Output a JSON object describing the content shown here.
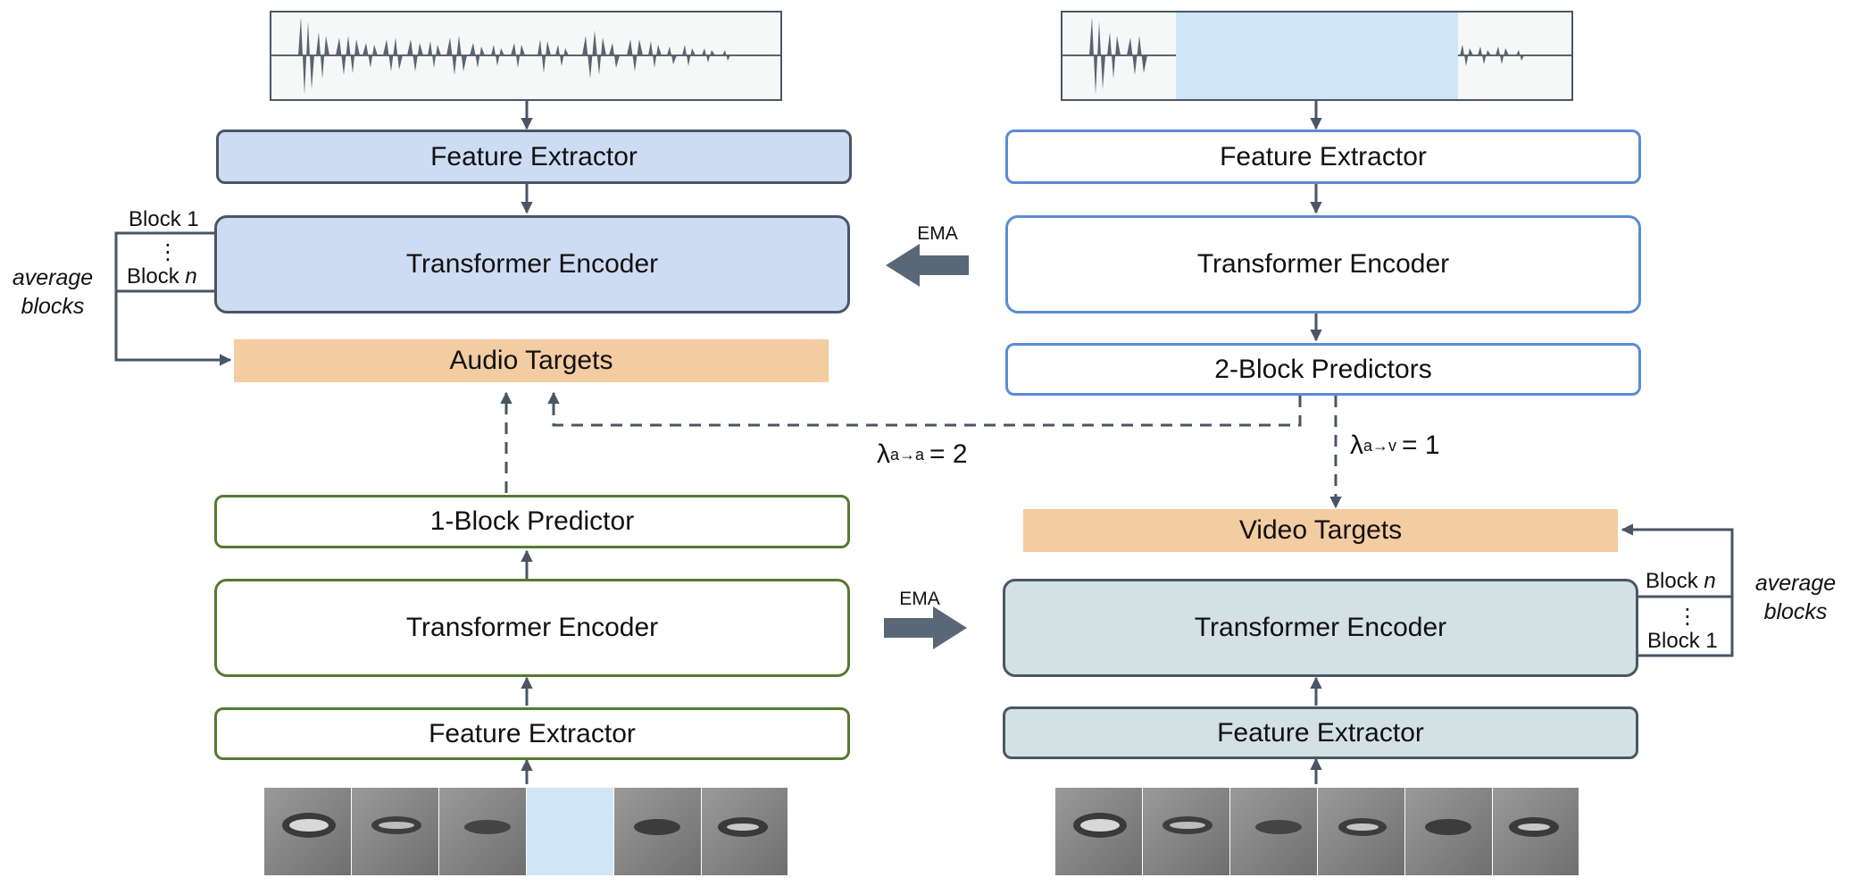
{
  "left": {
    "top_feature_extractor": "Feature Extractor",
    "top_transformer": "Transformer Encoder",
    "audio_targets": "Audio Targets",
    "predictor": "1-Block Predictor",
    "bottom_transformer": "Transformer Encoder",
    "bottom_feature_extractor": "Feature Extractor",
    "block_first": "Block 1",
    "block_ellipsis": "⋮",
    "block_last_prefix": "Block ",
    "block_last_n": "n",
    "average_blocks_line1": "average",
    "average_blocks_line2": "blocks"
  },
  "right": {
    "top_feature_extractor": "Feature Extractor",
    "top_transformer": "Transformer Encoder",
    "predictors": "2-Block Predictors",
    "video_targets": "Video Targets",
    "bottom_transformer": "Transformer Encoder",
    "bottom_feature_extractor": "Feature Extractor",
    "block_first": "Block 1",
    "block_ellipsis": "⋮",
    "block_last_prefix": "Block ",
    "block_last_n": "n",
    "average_blocks_line1": "average",
    "average_blocks_line2": "blocks"
  },
  "ema_top": "EMA",
  "ema_bottom": "EMA",
  "lambda_aa": {
    "symbol": "λ",
    "sub": "a→a",
    "eq": "= 2"
  },
  "lambda_av": {
    "symbol": "λ",
    "sub": "a→v",
    "eq": "= 1"
  },
  "colors": {
    "audio_box": "#cddcf3",
    "video_box": "#d3e0e4",
    "target": "#f3cca2",
    "mask": "#cfe5f8",
    "arrow": "#4a5666",
    "blue_outline": "#5b8bd6",
    "green_outline": "#557a33"
  },
  "icons": {
    "waveform_full": "audio-waveform",
    "waveform_masked": "masked-audio-waveform",
    "lip_frames": "mouth-video-frames"
  }
}
